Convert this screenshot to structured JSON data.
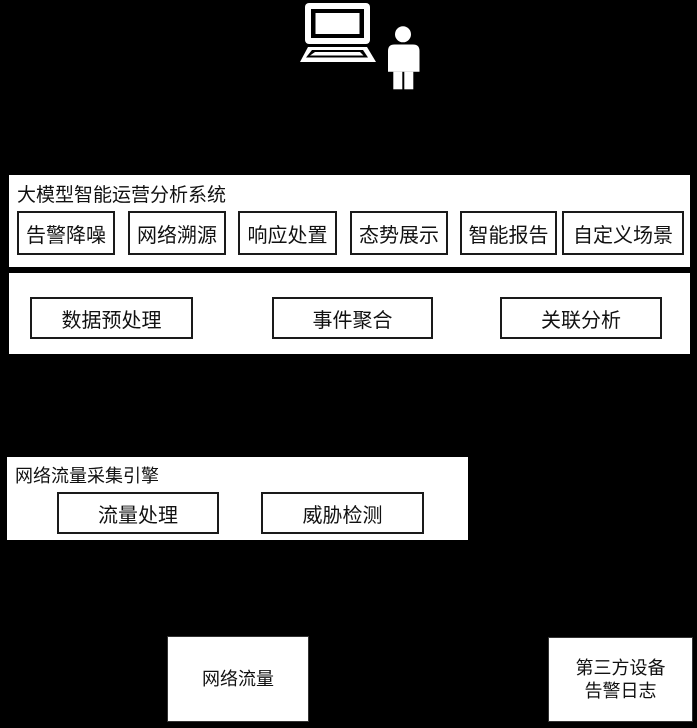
{
  "colors": {
    "background": "#000000",
    "panel_fill": "#ffffff",
    "border": "#000000",
    "text": "#111111",
    "icon": "#ffffff"
  },
  "icons": [
    {
      "name": "laptop-icon"
    },
    {
      "name": "person-icon"
    }
  ],
  "analysis_system": {
    "title": "大模型智能运营分析系统",
    "functions": [
      "告警降噪",
      "网络溯源",
      "响应处置",
      "态势展示",
      "智能报告",
      "自定义场景"
    ]
  },
  "processing_layer": {
    "modules": [
      "数据预处理",
      "事件聚合",
      "关联分析"
    ]
  },
  "collection_engine": {
    "title": "网络流量采集引擎",
    "modules": [
      "流量处理",
      "威胁检测"
    ]
  },
  "sources": {
    "network_traffic": "网络流量",
    "third_party_line1": "第三方设备",
    "third_party_line2": "告警日志"
  }
}
